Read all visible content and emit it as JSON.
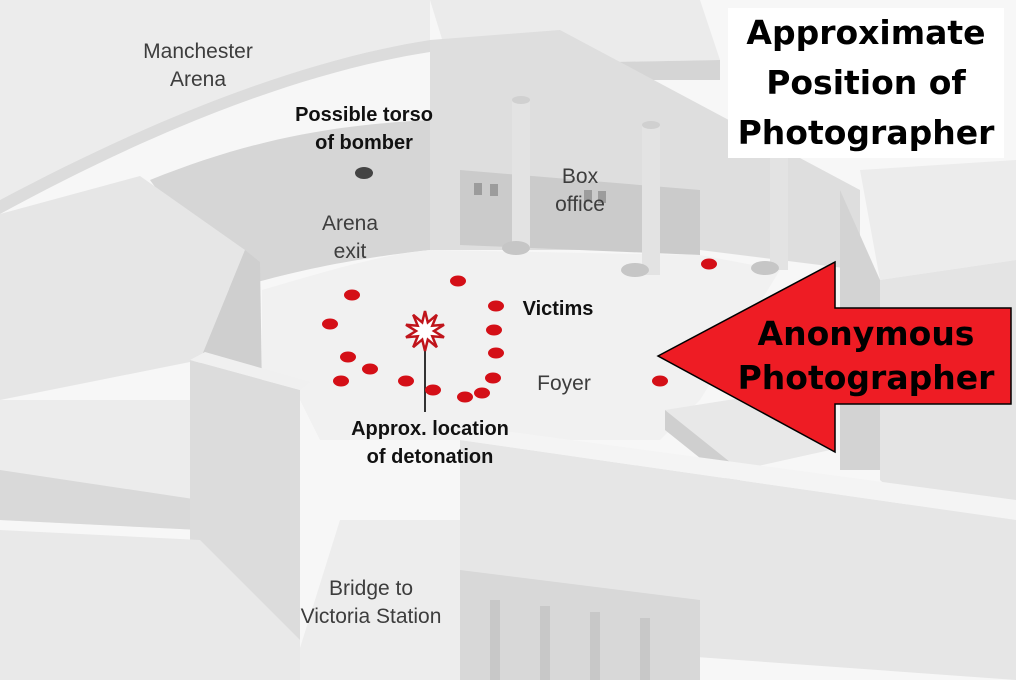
{
  "diagram": {
    "labels": {
      "manchester_arena": [
        "Manchester",
        "Arena"
      ],
      "possible_torso": [
        "Possible torso",
        "of bomber"
      ],
      "arena_exit": [
        "Arena",
        "exit"
      ],
      "box_office": [
        "Box",
        "office"
      ],
      "victims": "Victims",
      "foyer": "Foyer",
      "detonation": [
        "Approx. location",
        "of detonation"
      ],
      "bridge": [
        "Bridge to",
        "Victoria Station"
      ]
    },
    "overlay": {
      "title": [
        "Approximate",
        "Position of",
        "Photographer"
      ],
      "arrow_label": [
        "Anonymous",
        "Photographer"
      ]
    },
    "colors": {
      "victim_dot": "#d40f17",
      "arrow_fill": "#ee1c24",
      "torso_dot": "#444444",
      "burst_stroke": "#c0141b"
    }
  }
}
